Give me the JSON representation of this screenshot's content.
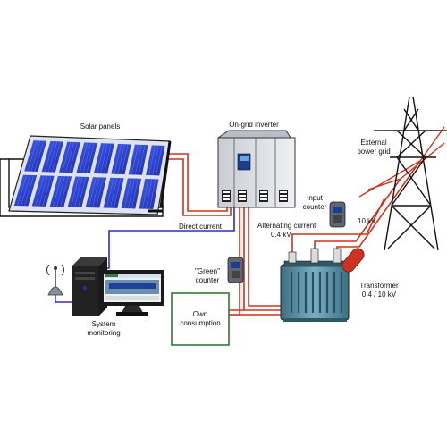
{
  "labels": {
    "solar_panels": "Solar panels",
    "on_grid_inverter": "On-grid inverter",
    "external_grid_line1": "External",
    "external_grid_line2": "power grid",
    "direct_current": "Direct current",
    "alternating_current_line1": "Alternating current",
    "alternating_current_line2": "0.4 kV",
    "input_counter_line1": "Input",
    "input_counter_line2": "counter",
    "voltage_10kv": "10 kV",
    "green_counter_line1": "\"Green\"",
    "green_counter_line2": "counter",
    "transformer_line1": "Transformer",
    "transformer_line2": "0.4 / 10 kV",
    "own_consumption_line1": "Own",
    "own_consumption_line2": "consumption",
    "system_monitoring_line1": "System",
    "system_monitoring_line2": "monitoring"
  },
  "colors": {
    "panel_cell": "#2a3fd6",
    "panel_frame": "#111111",
    "dc_wire": "#d4301a",
    "ac_wire": "#d4301a",
    "monitor_wire": "#2b2bd6",
    "consumption_box": "#2e7d32",
    "transformer_tank": "#5a8fa0",
    "bushing": "#cc3322"
  }
}
